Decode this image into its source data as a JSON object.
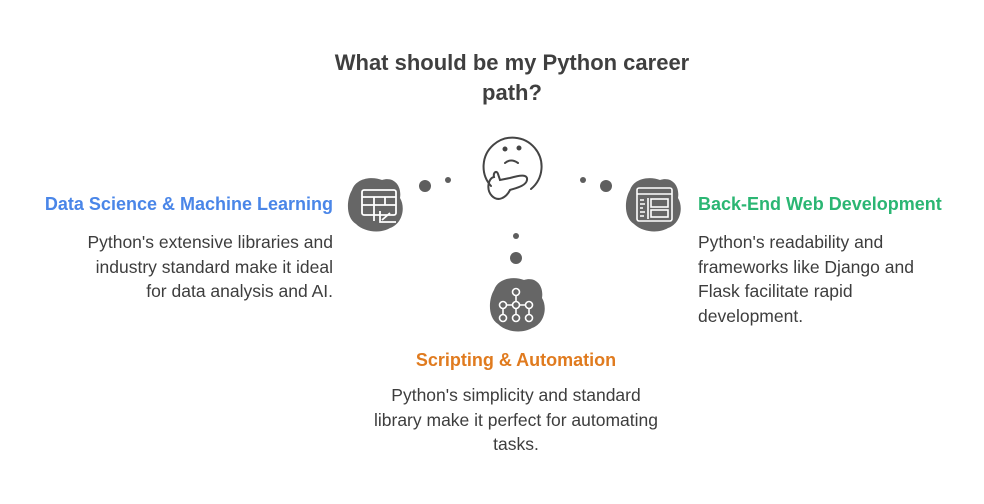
{
  "title": "What should be my Python career path?",
  "center_icon": "thinking-face-icon",
  "colors": {
    "blue": "#4a86e8",
    "orange": "#e07b1f",
    "green": "#2bb673",
    "blob": "#666666"
  },
  "branches": {
    "left": {
      "heading": "Data Science & Machine Learning",
      "body": "Python's extensive libraries and industry standard make it ideal for data analysis and AI.",
      "icon": "table-chart-icon"
    },
    "right": {
      "heading": "Back-End Web Development",
      "body": "Python's readability and frameworks like Django and Flask facilitate rapid development.",
      "icon": "web-layout-icon"
    },
    "bottom": {
      "heading": "Scripting & Automation",
      "body": "Python's simplicity and standard library make it perfect for automating tasks.",
      "icon": "workflow-nodes-icon"
    }
  }
}
